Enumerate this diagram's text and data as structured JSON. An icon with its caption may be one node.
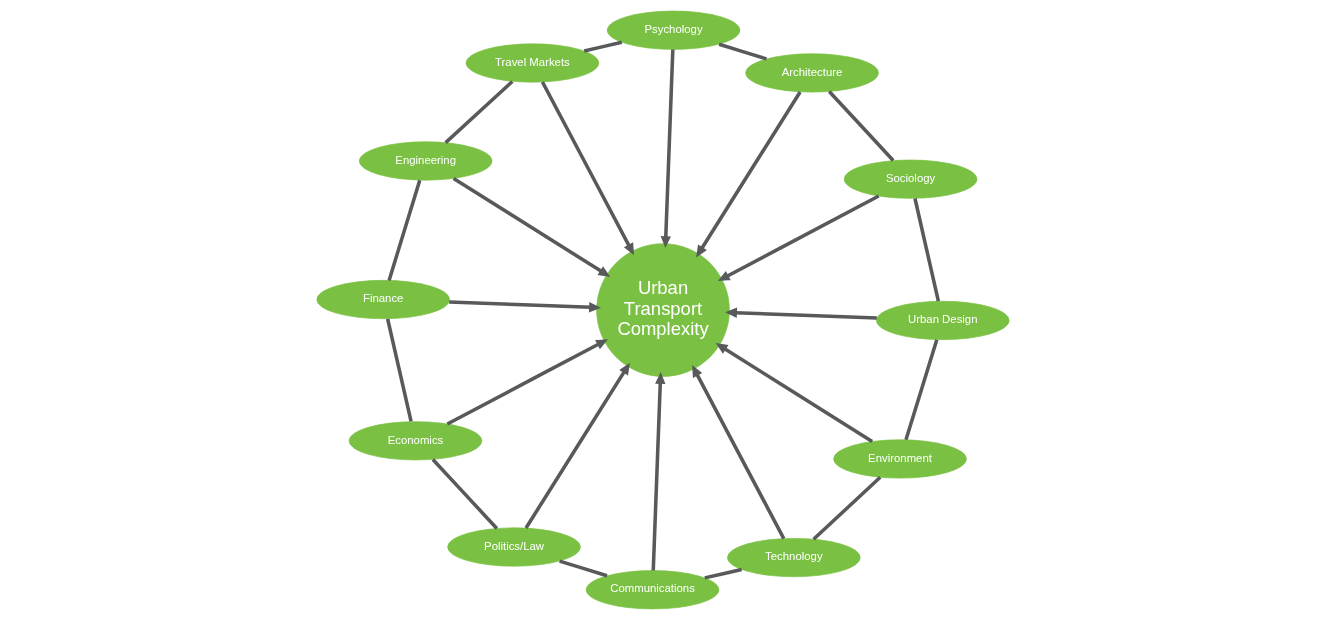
{
  "diagram": {
    "nodes": [
      {
        "text": [
          "Economics"
        ]
      },
      {
        "text": [
          "Finance"
        ]
      },
      {
        "text": [
          "Politics/Law"
        ]
      },
      {
        "text": [
          "Engineering"
        ]
      },
      {
        "text": [
          "Communications"
        ]
      },
      {
        "text": [
          "Travel Markets"
        ]
      },
      {
        "text": [
          "Urban Transport Complexity"
        ]
      },
      {
        "text": [
          "Technology"
        ]
      },
      {
        "text": [
          "Psychology"
        ]
      },
      {
        "text": [
          "Environment"
        ]
      },
      {
        "text": [
          "Architecture"
        ]
      },
      {
        "text": [
          "Urban Design"
        ]
      },
      {
        "text": [
          "Sociology"
        ]
      }
    ],
    "edges": [
      {
        "from": 0,
        "to": 6,
        "arrow": "to"
      },
      {
        "from": 2,
        "to": 6,
        "arrow": "to"
      },
      {
        "from": 4,
        "to": 6,
        "arrow": "to"
      },
      {
        "from": 7,
        "to": 6,
        "arrow": "to"
      },
      {
        "from": 9,
        "to": 6,
        "arrow": "to"
      },
      {
        "from": 11,
        "to": 6,
        "arrow": "to"
      },
      {
        "from": 12,
        "to": 6,
        "arrow": "to"
      },
      {
        "from": 10,
        "to": 6,
        "arrow": "to"
      },
      {
        "from": 8,
        "to": 6,
        "arrow": "to"
      },
      {
        "from": 5,
        "to": 6,
        "arrow": "to"
      },
      {
        "from": 3,
        "to": 6,
        "arrow": "to"
      },
      {
        "from": 1,
        "to": 6,
        "arrow": "to"
      },
      {
        "from": 0,
        "to": 2,
        "arrow": "none"
      },
      {
        "from": 2,
        "to": 4,
        "arrow": "none"
      },
      {
        "from": 4,
        "to": 7,
        "arrow": "none"
      },
      {
        "from": 7,
        "to": 9,
        "arrow": "none"
      },
      {
        "from": 9,
        "to": 11,
        "arrow": "none"
      },
      {
        "from": 11,
        "to": 12,
        "arrow": "none"
      },
      {
        "from": 12,
        "to": 10,
        "arrow": "none"
      },
      {
        "from": 10,
        "to": 8,
        "arrow": "none"
      },
      {
        "from": 8,
        "to": 5,
        "arrow": "none"
      },
      {
        "from": 5,
        "to": 3,
        "arrow": "none"
      },
      {
        "from": 3,
        "to": 1,
        "arrow": "none"
      },
      {
        "from": 1,
        "to": 0,
        "arrow": "none"
      }
    ]
  }
}
